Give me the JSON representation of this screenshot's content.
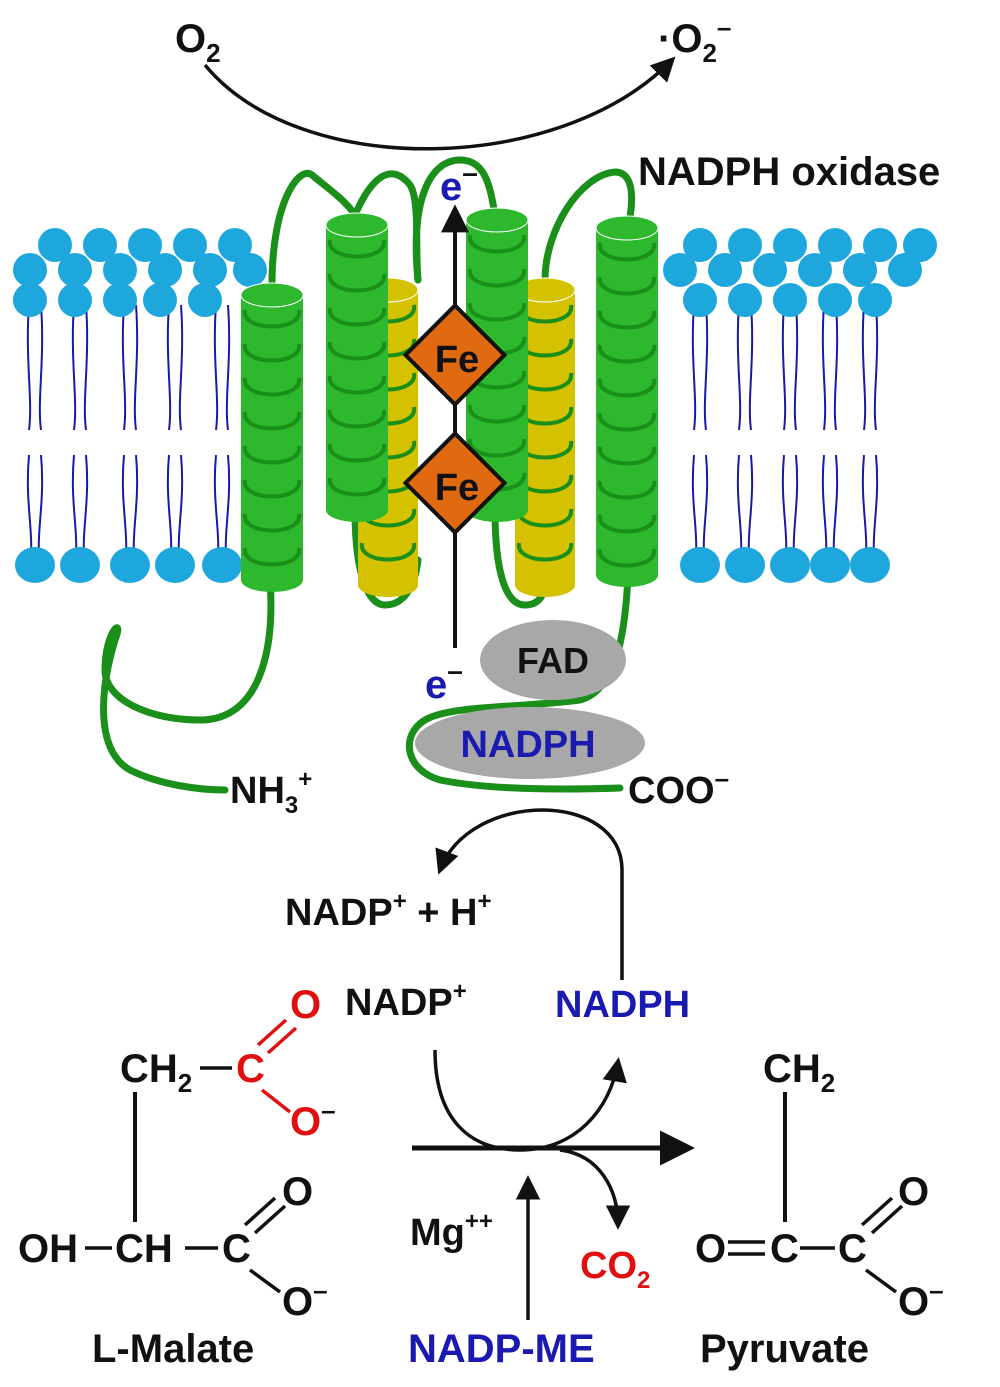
{
  "colors": {
    "helix": "#2db82d",
    "helix_dark": "#1a8f1a",
    "helix_inner": "#d4c200",
    "lipid_head": "#1ea7dd",
    "lipid_tail": "#1a1aa0",
    "heme": "#e06a10",
    "cofactor": "#a8a8a8",
    "blue_text": "#1a1ab0",
    "red_text": "#e01010",
    "black": "#111111"
  },
  "top": {
    "o2": "O",
    "o2_sub": "2",
    "superoxide": "·O",
    "superoxide_sub": "2",
    "superoxide_sup": "–",
    "enzyme": "NADPH oxidase"
  },
  "membrane": {
    "electron_top": "e",
    "electron_top_sup": "–",
    "electron_bottom": "e",
    "electron_bottom_sup": "–",
    "heme_upper": "Fe",
    "heme_lower": "Fe",
    "fad": "FAD",
    "nadph_site": "NADPH",
    "n_terminus": "NH",
    "n_terminus_sub": "3",
    "n_terminus_sup": "+",
    "c_terminus": "COO",
    "c_terminus_sup": "–"
  },
  "cycle": {
    "nadp_h": "NADP",
    "nadp_h_sup": "+",
    "nadp_h_plus": " + H",
    "nadp_h_plus_sup": "+",
    "nadp_in": "NADP",
    "nadp_in_sup": "+",
    "nadph_out": "NADPH"
  },
  "malate": {
    "ch2": "CH",
    "ch2_sub": "2",
    "dash": "–",
    "c_red": "C",
    "o_red_top": "O",
    "o_red_minus": "O",
    "o_red_minus_sup": "–",
    "oh": "OH",
    "ch": "CH",
    "c_black": "C",
    "o_top": "O",
    "o_minus": "O",
    "o_minus_sup": "–",
    "name": "L-Malate"
  },
  "reaction": {
    "cofactor": "Mg",
    "cofactor_sup": "++",
    "co2": "CO",
    "co2_sub": "2",
    "enzyme": "NADP-ME"
  },
  "pyruvate": {
    "ch2": "CH",
    "ch2_sub": "2",
    "o_left": "O",
    "c_center": "C",
    "c_carboxyl": "C",
    "o_top": "O",
    "o_minus": "O",
    "o_minus_sup": "–",
    "name": "Pyruvate"
  }
}
